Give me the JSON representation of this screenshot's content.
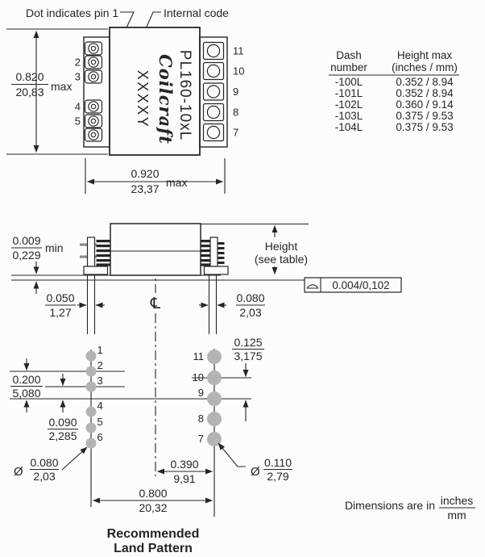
{
  "colors": {
    "ink": "#272425",
    "strip_gray": "#cccdcb",
    "pad_gray": "#b3b4b6",
    "background": "#fcfcfc"
  },
  "top_view": {
    "callout_pin1": "Dot indicates pin 1",
    "callout_internal_code": "Internal code",
    "part_number": "PL160-10xL",
    "brand": "Coilcraft",
    "internal_code_placeholder": "XXXXY",
    "left_pin_labels": [
      "2",
      "3",
      "4",
      "5"
    ],
    "right_pin_labels": [
      "11",
      "10",
      "9",
      "8",
      "7"
    ],
    "dim_body_height": {
      "inches": "0.820",
      "mm": "20,83",
      "qualifier": "max"
    },
    "dim_body_width": {
      "inches": "0.920",
      "mm": "23,37",
      "qualifier": "max"
    }
  },
  "height_table": {
    "col_dash_line1": "Dash",
    "col_dash_line2": "number",
    "col_height_line1": "Height max",
    "col_height_line2": "(inches / mm)",
    "rows": [
      {
        "dash": "-100L",
        "height": "0.352 / 8.94"
      },
      {
        "dash": "-101L",
        "height": "0.352 / 8.94"
      },
      {
        "dash": "-102L",
        "height": "0.360 / 9.14"
      },
      {
        "dash": "-103L",
        "height": "0.375 / 9.53"
      },
      {
        "dash": "-104L",
        "height": "0.375 / 9.53"
      }
    ]
  },
  "side_view": {
    "dim_standoff": {
      "inches": "0.009",
      "mm": "0,229",
      "qualifier": "min"
    },
    "height_callout_line1": "Height",
    "height_callout_line2": "(see table)",
    "coplanarity": "0.004/0,102",
    "dim_left_pin_width": {
      "inches": "0.050",
      "mm": "1,27"
    },
    "dim_right_pin_width": {
      "inches": "0.080",
      "mm": "2,03"
    },
    "centerline_symbol": "℄"
  },
  "land_pattern": {
    "title_line1": "Recommended",
    "title_line2": "Land Pattern",
    "left_pad_labels": [
      "1",
      "2",
      "3",
      "4",
      "5",
      "6"
    ],
    "right_pad_labels": [
      "11",
      "10",
      "9",
      "8",
      "7"
    ],
    "dim_right_pitch": {
      "inches": "0.125",
      "mm": "3,175"
    },
    "dim_left_group_span": {
      "inches": "0.200",
      "mm": "5,080"
    },
    "dim_left_pitch": {
      "inches": "0.090",
      "mm": "2,285"
    },
    "dim_left_pad_diameter": {
      "symbol": "Ø",
      "inches": "0.080",
      "mm": "2,03"
    },
    "dim_center_to_right": {
      "inches": "0.390",
      "mm": "9,91"
    },
    "dim_overall_span": {
      "inches": "0.800",
      "mm": "20,32"
    },
    "dim_right_pad_diameter": {
      "symbol": "Ø",
      "inches": "0.110",
      "mm": "2,79"
    }
  },
  "footer": {
    "units_prefix": "Dimensions are in",
    "units_inches": "inches",
    "units_mm": "mm"
  }
}
